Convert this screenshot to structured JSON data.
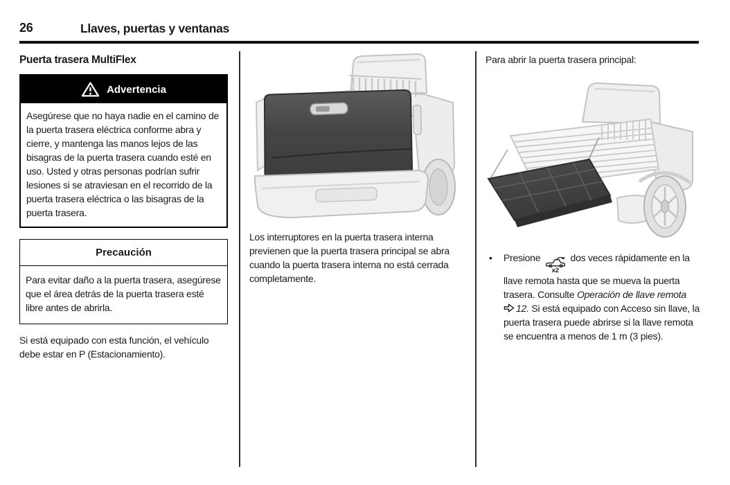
{
  "page": {
    "number": "26",
    "chapter": "Llaves, puertas y ventanas"
  },
  "left": {
    "section_title": "Puerta trasera MultiFlex",
    "warning": {
      "title": "Advertencia",
      "body": "Asegúrese que no haya nadie en el camino de la puerta trasera eléctrica conforme abra y cierre, y mantenga las manos lejos de las bisagras de la puerta trasera cuando esté en uso. Usted y otras personas podrían sufrir lesiones si se atraviesan en el recorrido de la puerta trasera eléctrica o las bisagras de la puerta trasera."
    },
    "caution": {
      "title": "Precaución",
      "body": "Para evitar daño a la puerta trasera, asegúrese que el área detrás de la puerta trasera esté libre antes de abrirla."
    },
    "note": "Si está equipado con esta función, el vehículo debe estar en P (Estacionamiento)."
  },
  "middle": {
    "paragraph": "Los interruptores en la puerta trasera interna previenen que la puerta trasera principal se abra cuando la puerta trasera interna no está cerrada completamente."
  },
  "right": {
    "intro": "Para abrir la puerta trasera principal:",
    "bullet_char": "•",
    "bullet": {
      "t1": "Presione",
      "remote_icon_sub": "x2",
      "t2": "dos veces rápidamente en la llave remota hasta que se mueva la puerta trasera. Consulte ",
      "ref_title": "Operación de llave remota",
      "ref_page": "12.",
      "t3": " Si está equipado con Acceso sin llave, la puerta trasera puede abrirse si la llave remota se encuentra a menos de 1 m (3 pies)."
    }
  },
  "icons": {
    "warning": "warning-triangle-icon",
    "remote": "key-fob-tailgate-x2-icon",
    "xref": "cross-reference-arrow-icon"
  },
  "illustrations": {
    "middle": "pickup-rear-view-multiflex-tailgate-closed",
    "right": "pickup-rear-view-tailgate-open"
  }
}
